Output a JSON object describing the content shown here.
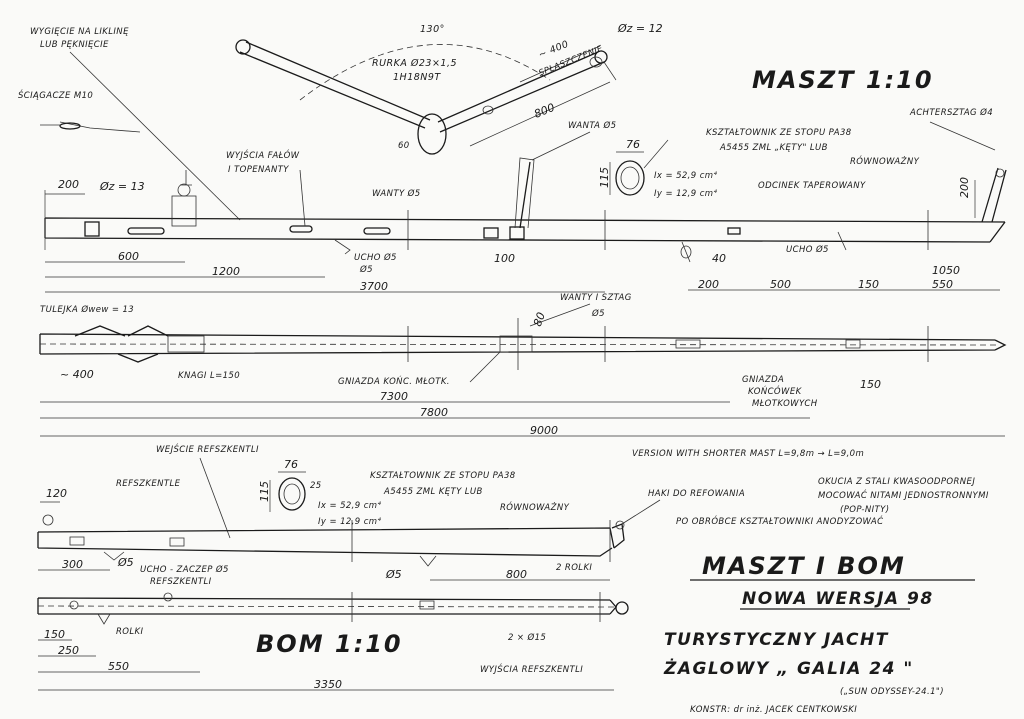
{
  "title_mast": "MASZT   1:10",
  "title_main": "MASZT  I  BOM",
  "subtitle": "NOWA WERSJA 98",
  "title_boom": "BOM   1:10",
  "yacht_line1": "TURYSTYCZNY  JACHT",
  "yacht_line2": "ŻAGLOWY  „ GALIA 24 \"",
  "yacht_sub": "(„SUN ODYSSEY-24.1\")",
  "designer": "KONSTR:  dr  inż.  JACEK  CENTKOWSKI",
  "notes": {
    "anodize": "PO OBRÓBCE KSZTAŁTOWNIKI ANODYZOWAĆ",
    "stainless": "OKUCIA Z STALI KWASOODPORNEJ",
    "rivet1": "MOCOWAĆ NITAMI JEDNOSTRONNYMI",
    "rivet2": "(POP-NITY)",
    "version": "VERSION WITH SHORTER MAST  L=9,8m → L=9,0m"
  },
  "spreader": {
    "angle": "130°",
    "tube1": "RURKA  Ø23×1,5",
    "tube2": "1H18N9T",
    "flat1": "~ 400",
    "flat2": "SPŁASZCZENIE",
    "dz": "Øz = 12",
    "len": "800",
    "r": "60"
  },
  "mast_labels": {
    "bend": "WYGIĘCIE NA LIKLINĘ",
    "bend2": "LUB PĘKNIĘCIE",
    "tensioner": "ŚCIĄGACZE M10",
    "halyard_exit": "WYJŚCIA FAŁÓW",
    "topping": "I TOPENANTY",
    "shroud": "WANTY Ø5",
    "shroud2": "WANTA Ø5",
    "profile1": "KSZTAŁTOWNIK ZE STOPU PA38",
    "profile2": "A5455  ZML „KĘTY\"  LUB",
    "profile3": "RÓWNOWAŻNY",
    "ix": "Ix = 52,9 cm⁴",
    "iy": "Iy = 12,9 cm⁴",
    "taper": "ODCINEK TAPEROWANY",
    "backstay": "ACHTERSZTAG Ø4",
    "eye": "UCHO Ø5",
    "eye2": "UCHO Ø5",
    "shroud_stay": "WANTY I SZTAG",
    "stay_d": "Ø5",
    "sleeve": "TULEJKA Øwew = 13",
    "pulleys": "KNAGI L=150",
    "socket": "GNIAZDA KOŃC. MŁOTK.",
    "socket2a": "GNIAZDA",
    "socket2b": "KOŃCÓWEK",
    "socket2c": "MŁOTKOWYCH"
  },
  "mast_dims": {
    "d200": "200",
    "dz13": "Øz = 13",
    "d600": "600",
    "d1200": "1200",
    "d3700": "3700",
    "d100": "100",
    "d76": "76",
    "d115": "115",
    "d40": "40",
    "d200b": "200",
    "d500": "500",
    "d150": "150",
    "d1050": "1050",
    "d550": "550",
    "d200c": "200",
    "d400": "~ 400",
    "d80": "80",
    "d150b": "150",
    "d7300": "7300",
    "d7800": "7800",
    "d9000": "9000",
    "d5": "Ø5"
  },
  "boom_labels": {
    "reef_exit": "WEJŚCIE REFSZKENTLI",
    "reef": "REFSZKENTLE",
    "profile1": "KSZTAŁTOWNIK ZE STOPU PA38",
    "profile2": "A5455  ZML KĘTY LUB",
    "profile3": "RÓWNOWAŻNY",
    "ix": "Ix = 52,9 cm⁴",
    "iy": "Iy = 12,9 cm⁴",
    "hooks": "HAKI DO REFOWANIA",
    "eye1": "UCHO - ZACZEP Ø5",
    "eye2": "REFSZKENTLI",
    "rollers": "ROLKI",
    "rollers2": "2 ROLKI",
    "holes": "2 × Ø15",
    "exits": "WYJŚCIA REFSZKENTLI"
  },
  "boom_dims": {
    "d120": "120",
    "d76": "76",
    "d115": "115",
    "d25": "25",
    "d300": "300",
    "d5": "Ø5",
    "d5b": "Ø5",
    "d800": "800",
    "d150": "150",
    "d250": "250",
    "d550": "550",
    "d3350": "3350"
  }
}
